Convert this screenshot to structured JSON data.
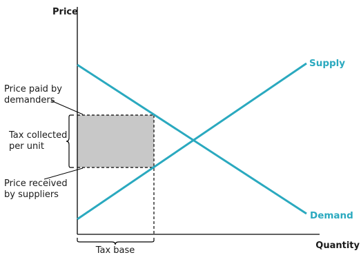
{
  "axes": {
    "y_label": "Price",
    "x_label": "Quantity"
  },
  "curves": {
    "supply_label": "Supply",
    "demand_label": "Demand"
  },
  "annotations": {
    "price_paid": [
      "Price paid by",
      "demanders"
    ],
    "tax_collected": [
      "Tax collected",
      "per unit"
    ],
    "price_received": [
      "Price received",
      "by suppliers"
    ],
    "tax_base": "Tax base"
  },
  "colors": {
    "curve": "#2aa9bf",
    "tax_area": "#c8c8c8",
    "axis": "#000000"
  }
}
